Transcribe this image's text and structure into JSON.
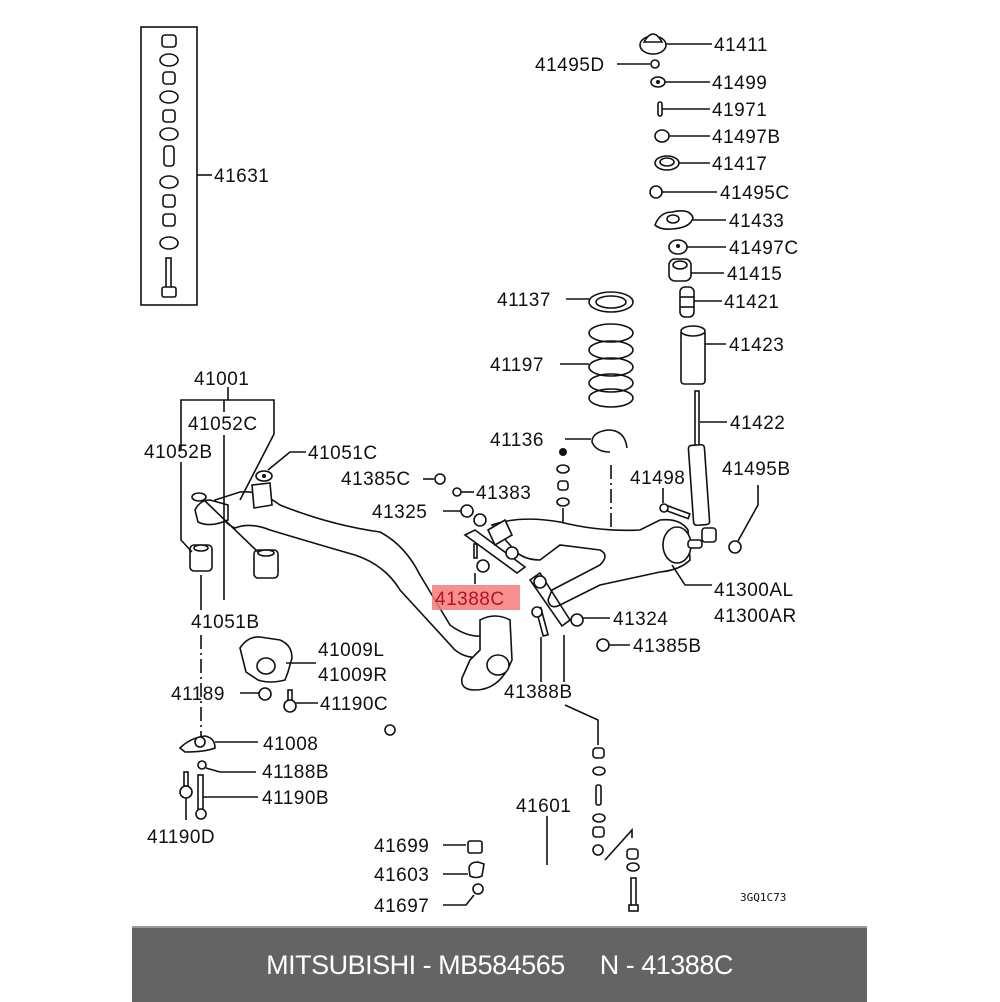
{
  "diagram": {
    "title": "Rear suspension parts diagram",
    "highlight_color": "#f47c7c",
    "highlighted_part": "41388C",
    "labels": {
      "p41411": "41411",
      "p41495D": "41495D",
      "p41499": "41499",
      "p41971": "41971",
      "p41497B": "41497B",
      "p41417": "41417",
      "p41495C": "41495C",
      "p41433": "41433",
      "p41497C": "41497C",
      "p41415": "41415",
      "p41421": "41421",
      "p41423": "41423",
      "p41422": "41422",
      "p41137": "41137",
      "p41197": "41197",
      "p41136": "41136",
      "p41631": "41631",
      "p41001": "41001",
      "p41052C": "41052C",
      "p41052B": "41052B",
      "p41051C": "41051C",
      "p41051B": "41051B",
      "p41385C": "41385C",
      "p41383": "41383",
      "p41325": "41325",
      "p41388C": "41388C",
      "p41498": "41498",
      "p41495B": "41495B",
      "p41300AL": "41300AL",
      "p41300AR": "41300AR",
      "p41324": "41324",
      "p41385B": "41385B",
      "p41388B": "41388B",
      "p41009L": "41009L",
      "p41009R": "41009R",
      "p41189": "41189",
      "p41190C": "41190C",
      "p41008": "41008",
      "p41188B": "41188B",
      "p41190B": "41190B",
      "p41190D": "41190D",
      "p41601": "41601",
      "p41699": "41699",
      "p41603": "41603",
      "p41697": "41697"
    },
    "drawing_code": "3GQ1C73"
  },
  "footer": {
    "text": "MITSUBISHI - MB584565     N - 41388C",
    "brand": "MITSUBISHI",
    "part_number": "MB584565",
    "diagram_ref": "N - 41388C"
  }
}
